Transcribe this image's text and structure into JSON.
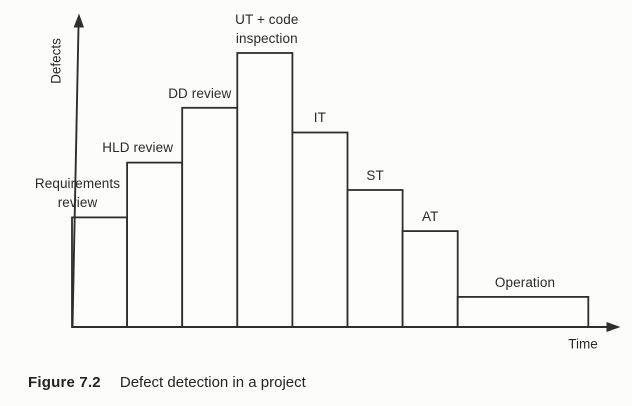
{
  "figure": {
    "caption": {
      "label": "Figure 7.2",
      "text": "Defect detection in a project"
    }
  },
  "chart_data": {
    "type": "bar",
    "title": "Defect detection in a project",
    "xlabel": "Time",
    "ylabel": "Defects",
    "grid": false,
    "legend": false,
    "numeric_ticks_shown": false,
    "scale_note": "axes are unlabeled arrows; values are relative bar heights with tallest bar = 100",
    "ylim": [
      0,
      110
    ],
    "categories": [
      "Requirements review",
      "HLD review",
      "DD review",
      "UT + code inspection",
      "IT",
      "ST",
      "AT",
      "Operation"
    ],
    "values": [
      40,
      60,
      80,
      100,
      71,
      50,
      35,
      11
    ],
    "bar_width_ratio": [
      1,
      1,
      1,
      1,
      1,
      1,
      1,
      2.37
    ],
    "bar_labels": [
      "Requirements\nreview",
      "HLD review",
      "DD review",
      "UT + code\ninspection",
      "IT",
      "ST",
      "AT",
      "Operation"
    ]
  }
}
